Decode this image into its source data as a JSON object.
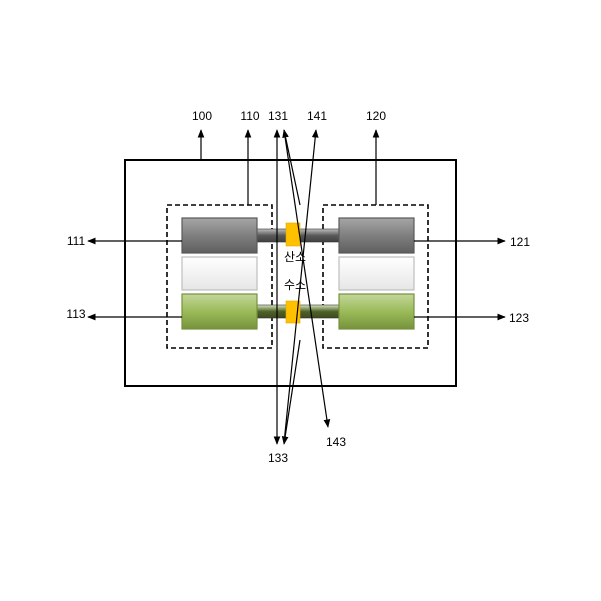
{
  "diagram": {
    "reference_numerals": {
      "outer_body": "100",
      "left_module": "110",
      "right_module": "120",
      "left_top_block": "111",
      "left_bottom_block": "113",
      "right_top_block": "121",
      "right_bottom_block": "123",
      "top_conduit": "131",
      "bottom_conduit": "133",
      "top_valve": "141",
      "bottom_valve": "143"
    },
    "channel_labels": {
      "oxygen": "산소",
      "hydrogen": "수소"
    },
    "colors": {
      "gray_block": "#7f7f7f",
      "green_block": "#9bbb59",
      "valve": "#ffc000",
      "line": "#000000"
    }
  }
}
